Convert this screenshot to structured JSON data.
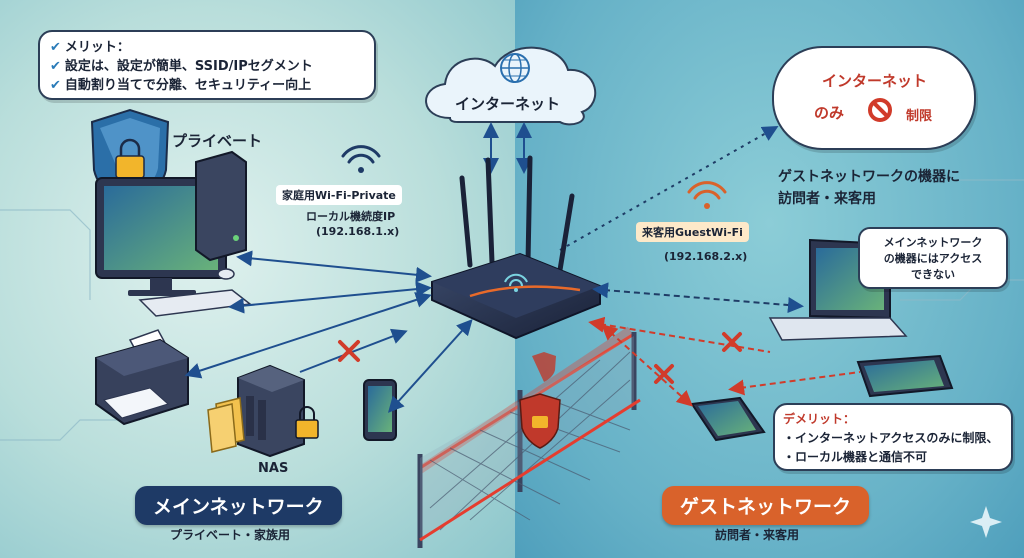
{
  "merit": {
    "title": "メリット：",
    "line1": "設定は、設定が簡単、SSID/IPセグメント",
    "line2": "自動割り当てで分離、セキュリティー向上"
  },
  "internet": {
    "label": "インターネット"
  },
  "restriction": {
    "line1": "インターネット",
    "line2": "のみ",
    "line3": "制限"
  },
  "private_label": "プライベート",
  "private_wifi": {
    "ssid": "家庭用Wi-Fi-Private",
    "desc": "ローカル機続度IP",
    "subnet": "(192.168.1.x)"
  },
  "guest_wifi": {
    "ssid": "来客用GuestWi-Fi",
    "subnet": "(192.168.2.x)"
  },
  "guest_devices": {
    "line1": "ゲストネットワークの機器に",
    "line2": "訪問者・来客用"
  },
  "guest_warning": {
    "line1": "メインネットワーク",
    "line2": "の機器にはアクセス",
    "line3": "できない"
  },
  "demerit": {
    "title": "デメリット：",
    "line1": "・インターネットアクセスのみに制限、",
    "line2": "・ローカル機器と通信不可"
  },
  "nas_label": "NAS",
  "main_network": {
    "title": "メインネットワーク",
    "subtitle": "プライベート・家族用"
  },
  "guest_network": {
    "title": "ゲストネットワーク",
    "subtitle": "訪問者・来客用"
  },
  "colors": {
    "main": "#1e3a66",
    "guest": "#d9622b",
    "arrow_blue": "#1f4f8f",
    "arrow_red": "#d13b2a"
  }
}
